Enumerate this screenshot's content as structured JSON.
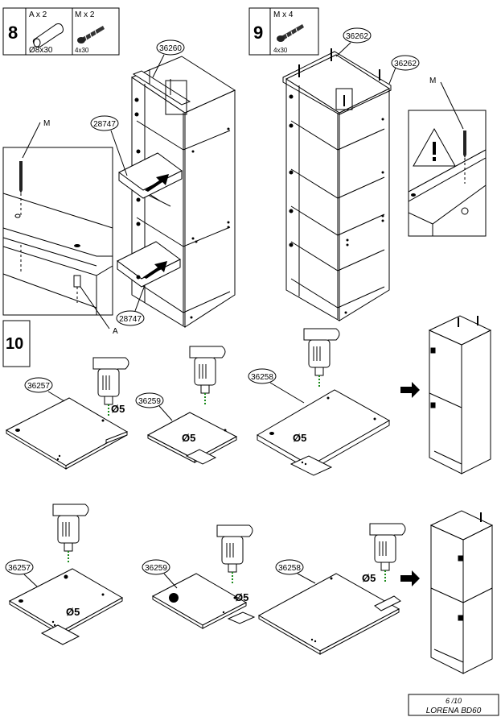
{
  "steps": {
    "step8": {
      "number": "8",
      "parts": [
        {
          "qty": "A x 2",
          "size": "Ø8x30",
          "icon": "dowel-icon"
        },
        {
          "qty": "M x 2",
          "size": "4x30",
          "icon": "screw-icon"
        }
      ],
      "labels": {
        "top": "36260",
        "shelf": "28747",
        "bottom": "28747",
        "screw": "M",
        "dowel": "A"
      }
    },
    "step9": {
      "number": "9",
      "parts": [
        {
          "qty": "M x 4",
          "size": "4x30",
          "icon": "screw-icon"
        }
      ],
      "labels": {
        "top1": "36262",
        "top2": "36262",
        "screw": "M"
      }
    },
    "step10": {
      "number": "10",
      "row1": {
        "labels": [
          "36257",
          "36259",
          "36258"
        ],
        "drill": [
          "Ø5",
          "Ø5",
          "Ø5"
        ]
      },
      "row2": {
        "labels": [
          "36257",
          "36259",
          "36258"
        ],
        "drill": [
          "Ø5",
          "Ø5",
          "Ø5"
        ]
      }
    }
  },
  "footer": {
    "page": "6 /10",
    "model": "LORENA BD60"
  }
}
